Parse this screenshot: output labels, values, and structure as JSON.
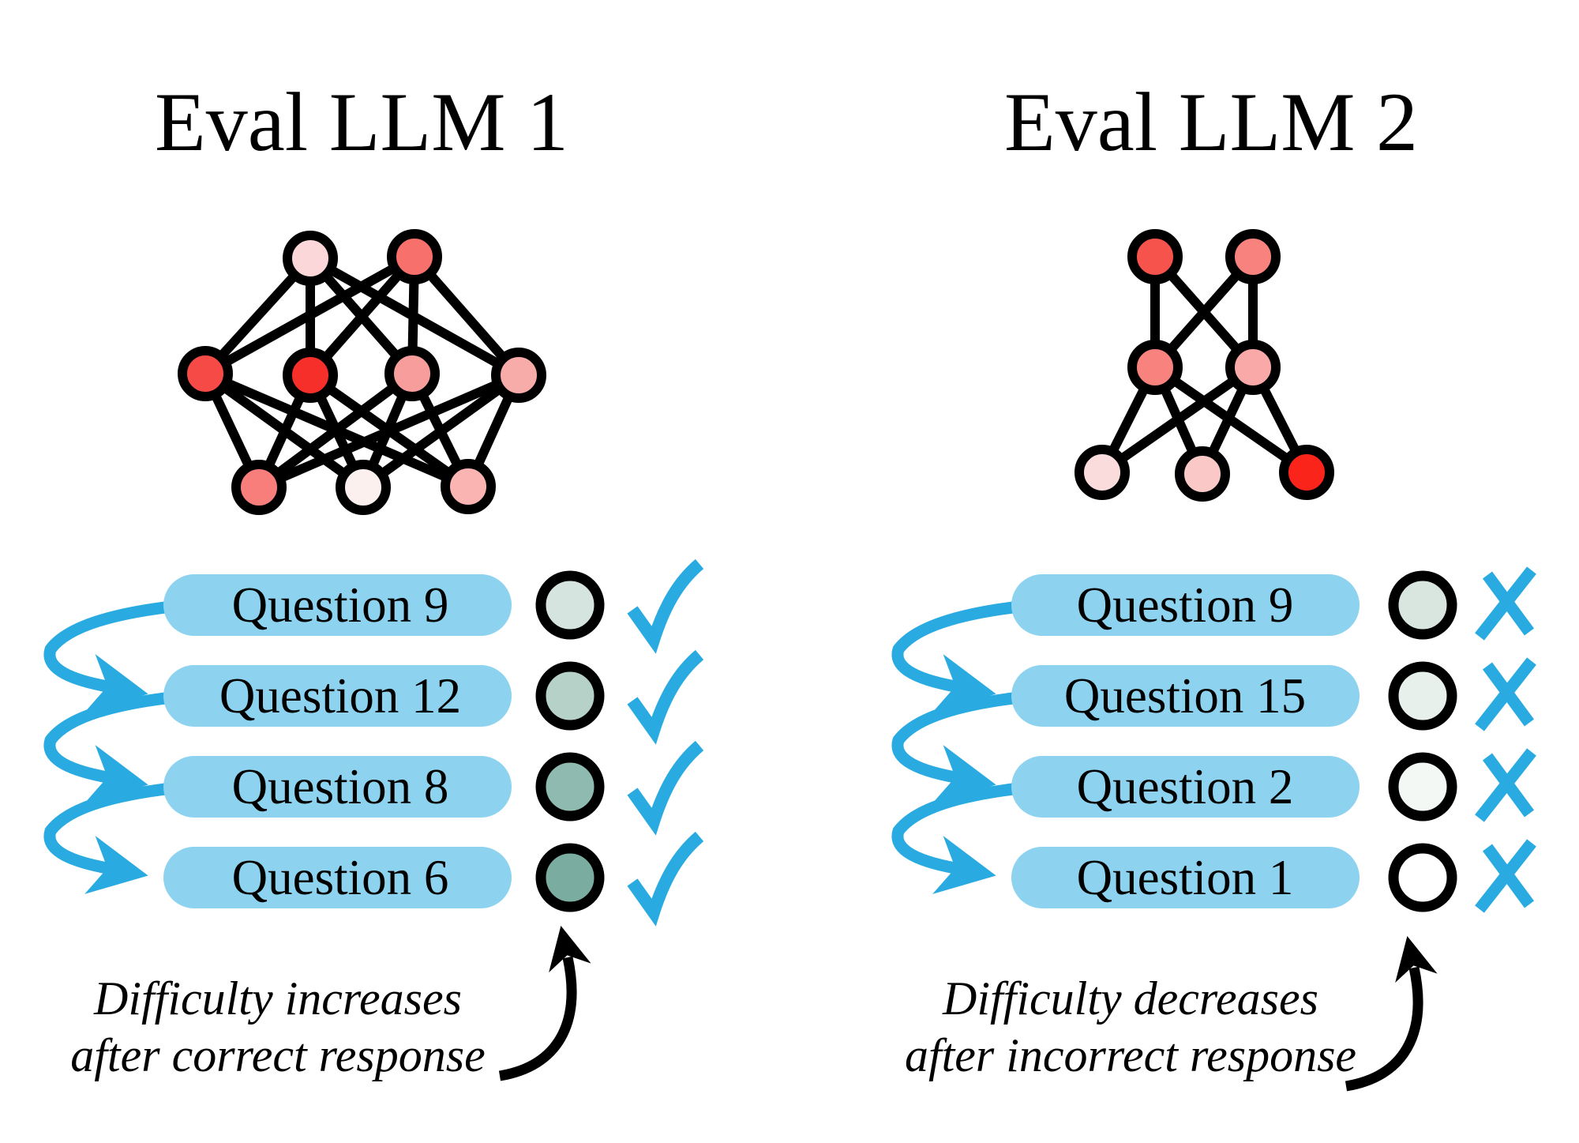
{
  "panels": [
    {
      "title": "Eval LLM 1",
      "network": {
        "node_colors": [
          "#FBD7D9",
          "#F8706B",
          "#F64A47",
          "#F72F2B",
          "#F79E9D",
          "#F8ACAA",
          "#F87E7B",
          "#FCF0EF",
          "#FAB5B3"
        ]
      },
      "questions": [
        {
          "label": "Question 9",
          "difficulty_color": "#D5E4DE",
          "result": "correct"
        },
        {
          "label": "Question 12",
          "difficulty_color": "#B6D1C8",
          "result": "correct"
        },
        {
          "label": "Question 8",
          "difficulty_color": "#8FBAAF",
          "result": "correct"
        },
        {
          "label": "Question 6",
          "difficulty_color": "#7AADA0",
          "result": "correct"
        }
      ],
      "annotation": {
        "line1": "Difficulty increases",
        "line2": "after correct response"
      }
    },
    {
      "title": "Eval LLM 2",
      "network": {
        "node_colors": [
          "#F7534D",
          "#F8837E",
          "#F8837E",
          "#F9AAA8",
          "#FBDCDC",
          "#F9C8C7",
          "#FB241B"
        ]
      },
      "questions": [
        {
          "label": "Question 9",
          "difficulty_color": "#D9E6E0",
          "result": "incorrect"
        },
        {
          "label": "Question 15",
          "difficulty_color": "#E7F0EB",
          "result": "incorrect"
        },
        {
          "label": "Question 2",
          "difficulty_color": "#F3F8F5",
          "result": "incorrect"
        },
        {
          "label": "Question 1",
          "difficulty_color": "#FFFFFF",
          "result": "incorrect"
        }
      ],
      "annotation": {
        "line1": "Difficulty decreases",
        "line2": "after incorrect response"
      }
    }
  ],
  "colors": {
    "background": "#FFFFFF",
    "pill_fill": "#8DD3F0",
    "accent_blue": "#29ABE2",
    "outline": "#000000"
  }
}
